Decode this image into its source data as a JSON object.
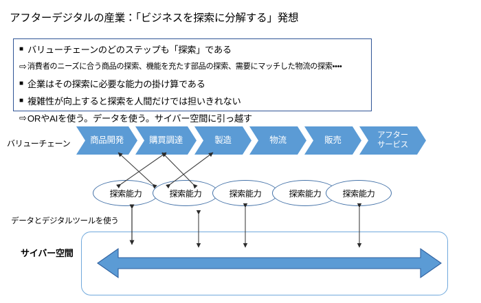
{
  "slide": {
    "title": "アフターデジタルの産業：「ビジネスを探索に分解する」発想"
  },
  "callout": {
    "lines": [
      {
        "marker": "■",
        "marker_type": "square",
        "text": "バリューチェーンのどのステップも「探索」である"
      },
      {
        "marker": "⇨",
        "marker_type": "arrow",
        "text": "消費者のニーズに合う商品の探索、機能を充たす部品の探索、需要にマッチした物流の探索・・・・"
      },
      {
        "marker": "■",
        "marker_type": "square",
        "text": "企業はその探索に必要な能力の掛け算である"
      },
      {
        "marker": "■",
        "marker_type": "square",
        "text": "複雑性が向上すると探索を人間だけでは担いきれない"
      },
      {
        "marker": "⇨",
        "marker_type": "arrow",
        "text": "ORやAIを使う。データを使う。サイバー空間に引っ越す"
      }
    ]
  },
  "value_chain": {
    "label": "バリューチェーン",
    "steps": [
      {
        "label": "商品開発"
      },
      {
        "label": "購買調達"
      },
      {
        "label": "製造"
      },
      {
        "label": "物流"
      },
      {
        "label": "販売"
      },
      {
        "label": "アフター\nサービス"
      }
    ]
  },
  "capabilities": {
    "items": [
      {
        "label": "探索能力"
      },
      {
        "label": "探索能力"
      },
      {
        "label": "探索能力"
      },
      {
        "label": "探索能力"
      },
      {
        "label": "探索能力"
      }
    ]
  },
  "cyber": {
    "data_tools_label": "データとデジタルツールを使う",
    "space_label": "サイバー空間"
  },
  "colors": {
    "chevron_fill": "#5B9BD5",
    "callout_border": "#2E5395",
    "ellipse_stroke": "#4472A8",
    "cyber_box_border": "#6FA8DC",
    "big_arrow_fill": "#5B9BD5",
    "big_arrow_stroke": "#2E5F9E",
    "connector_stroke": "#3F3F3F",
    "text": "#000000",
    "chevron_text": "#FFFFFF"
  }
}
